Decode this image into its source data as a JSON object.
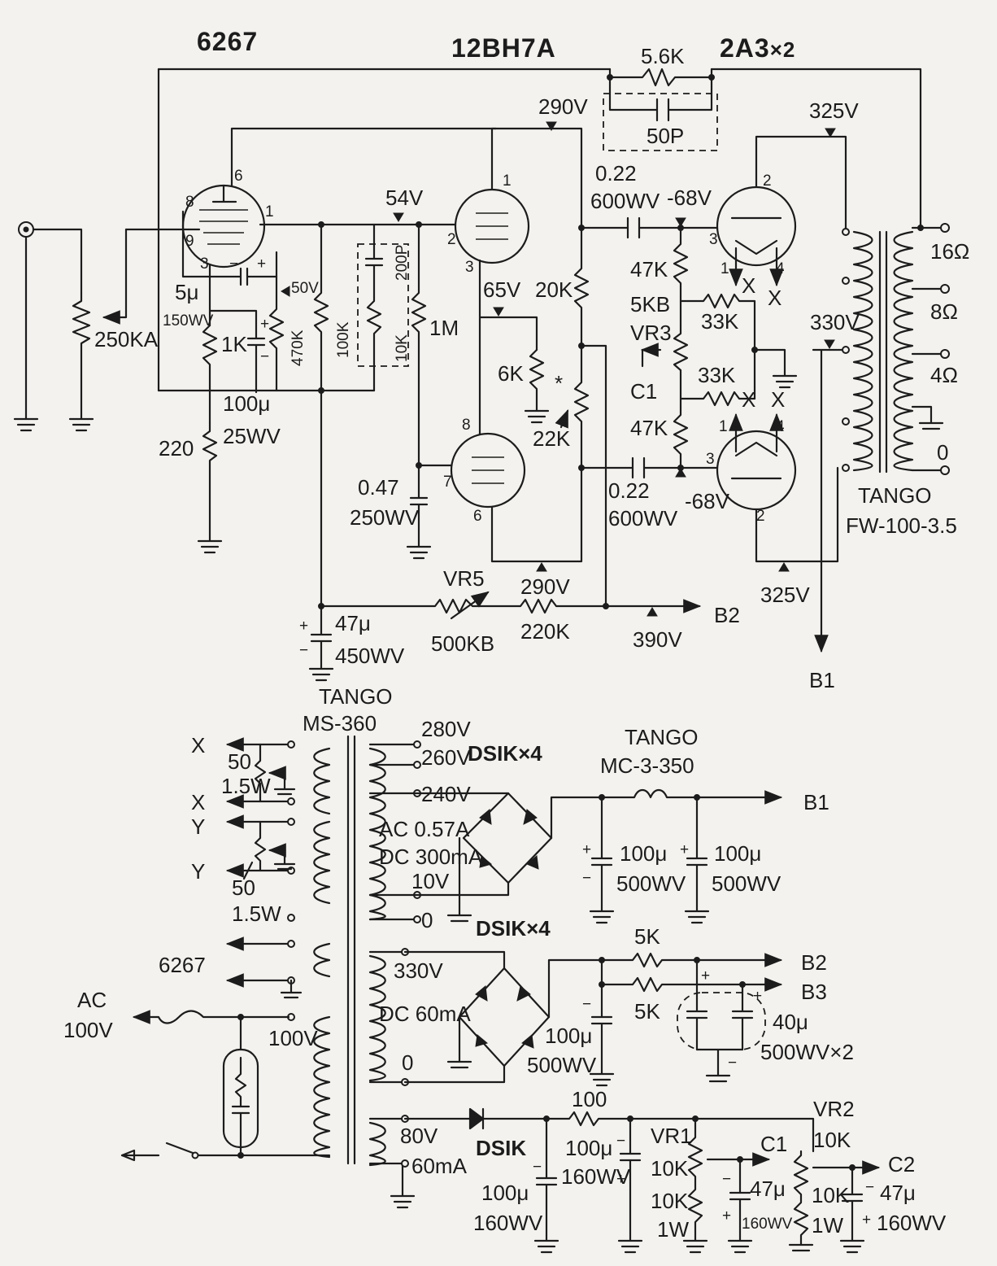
{
  "tubes": {
    "input": "6267",
    "driver": "12BH7A",
    "output": "2A3",
    "output_count": "×2"
  },
  "pins": {
    "v1": [
      "6",
      "8",
      "9",
      "1",
      "3"
    ],
    "v2a": [
      "1",
      "2",
      "3"
    ],
    "v2b": [
      "8",
      "7",
      "6"
    ],
    "v3a": [
      "2",
      "3",
      "1",
      "4"
    ],
    "v3b": [
      "1",
      "4",
      "3",
      "2"
    ]
  },
  "amp": {
    "feedback_r": "5.6K",
    "feedback_c": "50P",
    "volume": "250KA",
    "cathode_cap": "5μ",
    "cathode_cap_wv": "150WV",
    "cathode_r": "1K",
    "bypass_cap": "100μ",
    "bypass_wv": "25WV",
    "r_220": "220",
    "plate_r1": "470K",
    "plate_r2": "100K",
    "comp_r": "10K",
    "comp_c": "200P",
    "grid_r": "1M",
    "coupling_c": "0.47",
    "coupling_wv": "250WV",
    "r_6k": "6K",
    "r_20k": "20K",
    "r_22k": "22K",
    "star": "*",
    "cc_upper": "0.22",
    "cc_upper_wv": "600WV",
    "cc_lower": "0.22",
    "cc_lower_wv": "600WV",
    "grid_47k_a": "47K",
    "grid_47k_b": "47K",
    "vr3_value": "5KB",
    "vr3_name": "VR3",
    "r_33k_a": "33K",
    "r_33k_b": "33K",
    "c1_label": "C1",
    "vr5_name": "VR5",
    "vr5_value": "500KB",
    "r_220k": "220K",
    "decouple_c": "47μ",
    "decouple_wv": "450WV",
    "otx_brand": "TANGO",
    "otx_model": "FW-100-3.5",
    "taps": [
      "16Ω",
      "8Ω",
      "4Ω",
      "0"
    ],
    "filament_x": "X",
    "b1_label": "B1",
    "b2_label": "B2"
  },
  "voltages": {
    "v290a": "290V",
    "v54": "54V",
    "v50": "50V",
    "v65": "65V",
    "vneg68a": "-68V",
    "vneg68b": "-68V",
    "v325a": "325V",
    "v330": "330V",
    "v325b": "325V",
    "v290b": "290V",
    "v390": "390V"
  },
  "psu": {
    "ptx_brand": "TANGO",
    "ptx_model": "MS-360",
    "taps": [
      "280V",
      "260V",
      "240V"
    ],
    "ac_current": "AC 0.57A",
    "dc_current": "DC 300mA",
    "tap_10v": "10V",
    "tap_0a": "0",
    "diode_label_a": "DSIK×4",
    "diode_label_b": "DSIK×4",
    "diode_label_c": "DSIK",
    "choke_brand": "TANGO",
    "choke_model": "MC-3-350",
    "cap_100u_a": "100μ",
    "cap_500wv_a": "500WV",
    "cap_100u_b": "100μ",
    "cap_500wv_b": "500WV",
    "fil_x": "X",
    "fil_y": "Y",
    "hum_r": "50",
    "hum_w": "1.5W",
    "hum_r2": "50",
    "hum_w2": "1.5W",
    "heater_6267": "6267",
    "ac_in": "AC",
    "ac_volts": "100V",
    "primary": "100V",
    "tap_330": "330V",
    "dc_60": "DC 60mA",
    "tap_0b": "0",
    "r_5k_a": "5K",
    "r_5k_b": "5K",
    "b2": "B2",
    "b3": "B3",
    "cap_100u_c": "100μ",
    "cap_500wv_c": "500WV",
    "cap_40u": "40μ",
    "cap_40u_wv": "500WV×2",
    "tap_80": "80V",
    "tap_60ma": "60mA",
    "r_100": "100",
    "cap_100u_d": "100μ",
    "cap_160wv_d": "160WV",
    "cap_100u_e": "100μ",
    "cap_160wv_e": "160WV",
    "vr1": "VR1",
    "vr1_val": "10K",
    "r_10k_1w_a": "10K",
    "r_1w_a": "1W",
    "c1": "C1",
    "c1_cap": "47μ",
    "c1_wv": "160WV",
    "vr2": "VR2",
    "vr2_val": "10K",
    "r_10k_1w_b": "10K",
    "r_1w_b": "1W",
    "c2": "C2",
    "c2_cap": "47μ",
    "c2_wv": "160WV",
    "b1": "B1"
  }
}
